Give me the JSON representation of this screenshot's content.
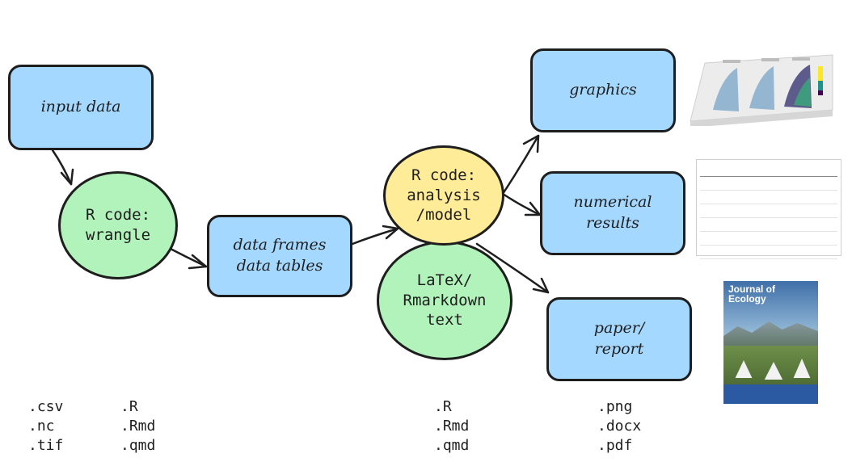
{
  "nodes": {
    "input_data": "input data",
    "r_wrangle": "R code:\nwrangle",
    "data_frames": "data frames\ndata tables",
    "r_analysis": "R code:\nanalysis\n/model",
    "latex": "LaTeX/\nRmarkdown\ntext",
    "graphics": "graphics",
    "numerical": "numerical\nresults",
    "paper": "paper/\nreport"
  },
  "extensions": {
    "input": [
      ".csv",
      ".nc",
      ".tif"
    ],
    "wrangle": [
      ".R",
      ".Rmd",
      ".qmd"
    ],
    "analysis": [
      ".R",
      ".Rmd",
      ".qmd"
    ],
    "output": [
      ".png",
      ".docx",
      ".pdf"
    ]
  },
  "thumbnails": {
    "journal_title": "Journal of\nEcology"
  },
  "colors": {
    "box_blue": "#a5d8ff",
    "circle_green": "#b2f2bb",
    "circle_yellow": "#ffec99",
    "stroke": "#1e1e1e"
  }
}
